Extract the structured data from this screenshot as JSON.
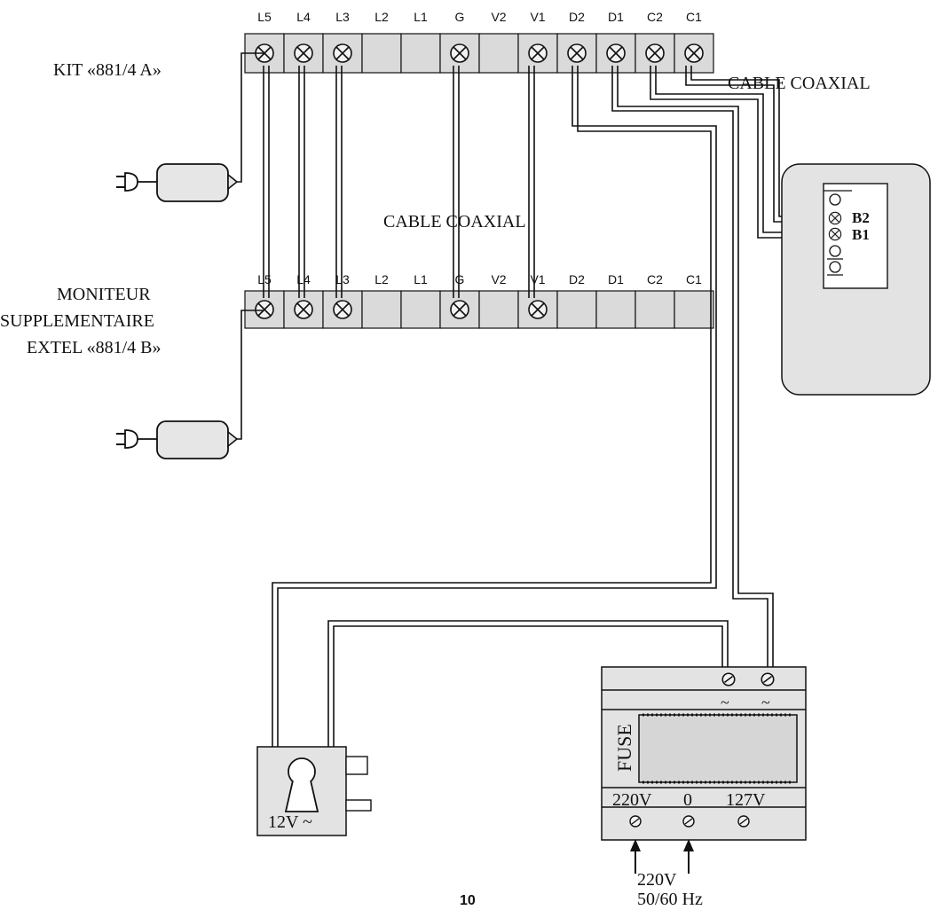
{
  "labels": {
    "kit_a": "KIT «881/4 A»",
    "monitor_line1": "MONITEUR",
    "monitor_line2": "SUPPLEMENTAIRE",
    "monitor_line3": "EXTEL «881/4 B»",
    "cable_coaxial_top": "CABLE COAXIAL",
    "cable_coaxial_mid": "CABLE COAXIAL",
    "b2": "B2",
    "b1": "B1",
    "lock_voltage": "12V ~",
    "fuse": "FUSE",
    "tap_220": "220V",
    "tap_0": "0",
    "tap_127": "127V",
    "tilde1": "~",
    "tilde2": "~",
    "mains_voltage": "220V",
    "mains_freq": "50/60 Hz",
    "page_number": "10"
  },
  "terminals": [
    {
      "label": "L5",
      "top_screw": true,
      "bottom_screw": true
    },
    {
      "label": "L4",
      "top_screw": true,
      "bottom_screw": true
    },
    {
      "label": "L3",
      "top_screw": true,
      "bottom_screw": true
    },
    {
      "label": "L2",
      "top_screw": false,
      "bottom_screw": false
    },
    {
      "label": "L1",
      "top_screw": false,
      "bottom_screw": false
    },
    {
      "label": "G",
      "top_screw": true,
      "bottom_screw": true
    },
    {
      "label": "V2",
      "top_screw": false,
      "bottom_screw": false
    },
    {
      "label": "V1",
      "top_screw": true,
      "bottom_screw": true
    },
    {
      "label": "D2",
      "top_screw": true,
      "bottom_screw": false
    },
    {
      "label": "D1",
      "top_screw": true,
      "bottom_screw": false
    },
    {
      "label": "C2",
      "top_screw": true,
      "bottom_screw": false
    },
    {
      "label": "C1",
      "top_screw": true,
      "bottom_screw": false
    }
  ],
  "icons": {
    "plug": "plug-icon",
    "screw": "screw-terminal-icon",
    "lock": "keyhole-icon",
    "arrow": "arrow-up-icon"
  }
}
